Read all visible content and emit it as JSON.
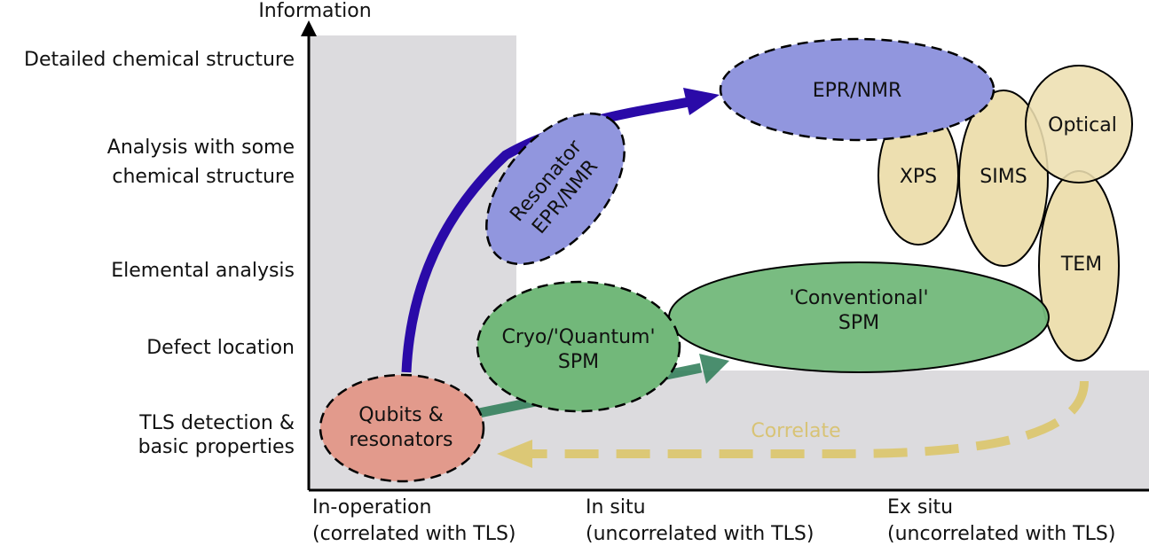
{
  "axis": {
    "y_title": "Information",
    "y_levels": [
      [
        "Detailed chemical structure"
      ],
      [
        "Analysis with some",
        "chemical structure"
      ],
      [
        "Elemental analysis"
      ],
      [
        "Defect location"
      ],
      [
        "TLS detection &",
        "basic properties"
      ]
    ],
    "x_levels": [
      [
        "In-operation",
        "(correlated with TLS)"
      ],
      [
        "In situ",
        "(uncorrelated with TLS)"
      ],
      [
        "Ex situ",
        "(uncorrelated with TLS)"
      ]
    ]
  },
  "nodes": {
    "qubits": [
      "Qubits &",
      "resonators"
    ],
    "cryo_spm": [
      "Cryo/'Quantum'",
      "SPM"
    ],
    "resonator_epr": [
      "Resonator",
      "EPR/NMR"
    ],
    "epr_nmr": [
      "EPR/NMR"
    ],
    "conventional_spm": [
      "'Conventional'",
      "SPM"
    ],
    "xps": [
      "XPS"
    ],
    "sims": [
      "SIMS"
    ],
    "optical": [
      "Optical"
    ],
    "tem": [
      "TEM"
    ]
  },
  "correlate_label": "Correlate",
  "colors": {
    "region_gray": "#dcdbde",
    "purple": "#9196de",
    "green": "#72b87a",
    "pink": "#e29a8c",
    "tan": "#eddfb0",
    "dark_blue": "#2a0aa8",
    "dark_green": "#2a7a55",
    "gold": "#dcc876"
  }
}
